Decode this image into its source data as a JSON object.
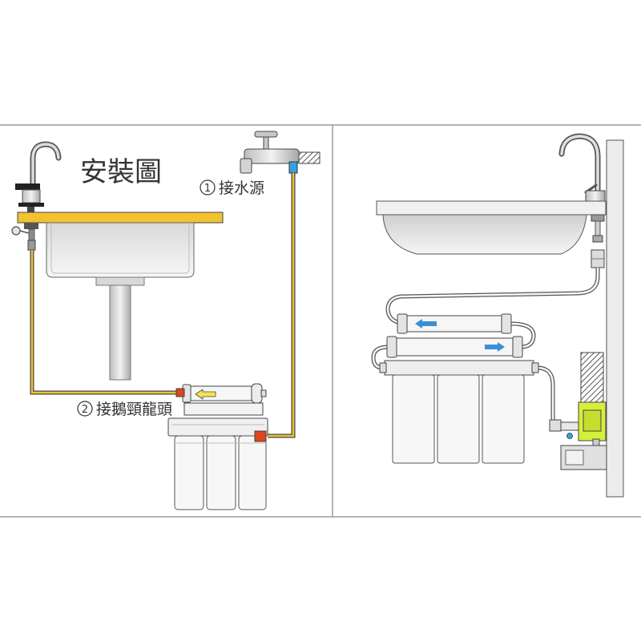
{
  "title": "安裝圖",
  "steps": [
    {
      "number": "1",
      "label": "接水源"
    },
    {
      "number": "2",
      "label": "接鵝頸龍頭"
    }
  ],
  "colors": {
    "tube": "#f2c230",
    "countertop": "#f2c230",
    "arrow_yellow": "#f7e24a",
    "arrow_blue": "#3a8fd6",
    "fitting_red": "#d9461f",
    "connector_blue": "#3aa0d8",
    "valve_green": "#d6ef3c"
  }
}
